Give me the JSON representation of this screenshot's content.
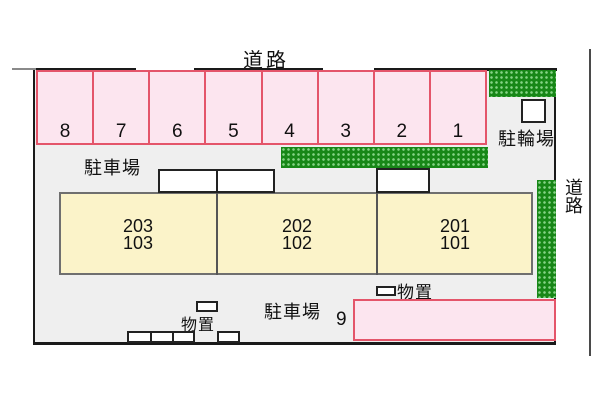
{
  "roads": {
    "top_label": "道路",
    "right_label": "道路"
  },
  "parking_main": {
    "label": "駐車場",
    "space_numbers": [
      "8",
      "7",
      "6",
      "5",
      "4",
      "3",
      "2",
      "1"
    ]
  },
  "bicycle_parking": {
    "label": "駐輪場"
  },
  "building": {
    "units": [
      {
        "upper": "203",
        "lower": "103"
      },
      {
        "upper": "202",
        "lower": "102"
      },
      {
        "upper": "201",
        "lower": "101"
      }
    ]
  },
  "storage": {
    "left_label": "物置",
    "right_label": "物置"
  },
  "parking_bottom": {
    "label": "駐車場",
    "space_number": "9"
  },
  "colors": {
    "space_fill": "#fce5ef",
    "space_border": "#e4556a",
    "building_fill": "#fbf3c9",
    "building_border": "#6f6f6f",
    "tree_green": "#178717",
    "tree_dot": "#86d386",
    "site_bg": "#efefef",
    "wall_color": "#1a1a1a",
    "rect_border": "#222222"
  }
}
